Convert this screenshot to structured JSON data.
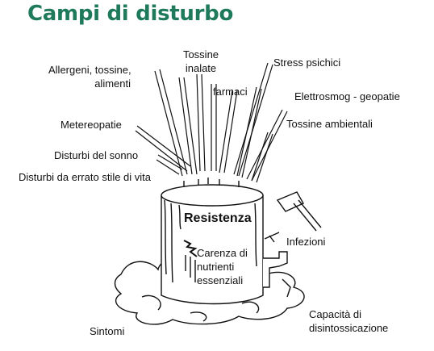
{
  "title": "Campi di disturbo",
  "colors": {
    "title": "#1f7a5c",
    "ink": "#111111"
  },
  "labels": {
    "allergeni": [
      "Allergeni, tossine,",
      "alimenti"
    ],
    "tossine_inalate": [
      "Tossine",
      "inalate"
    ],
    "stress": "Stress psichici",
    "farmaci": "farmaci",
    "elettrosmog": "Elettrosmog - geopatie",
    "metereopatie": "Metereopatie",
    "tossine_ambientali": "Tossine ambientali",
    "sonno": "Disturbi del sonno",
    "stile_vita": "Disturbi da errato stile di vita",
    "resistenza": "Resistenza",
    "infezioni": "Infezioni",
    "carenza": [
      "Carenza di",
      "nutrienti",
      "essenziali"
    ],
    "sintomi": "Sintomi",
    "capacita": [
      "Capacità di",
      "disintossicazione"
    ]
  }
}
